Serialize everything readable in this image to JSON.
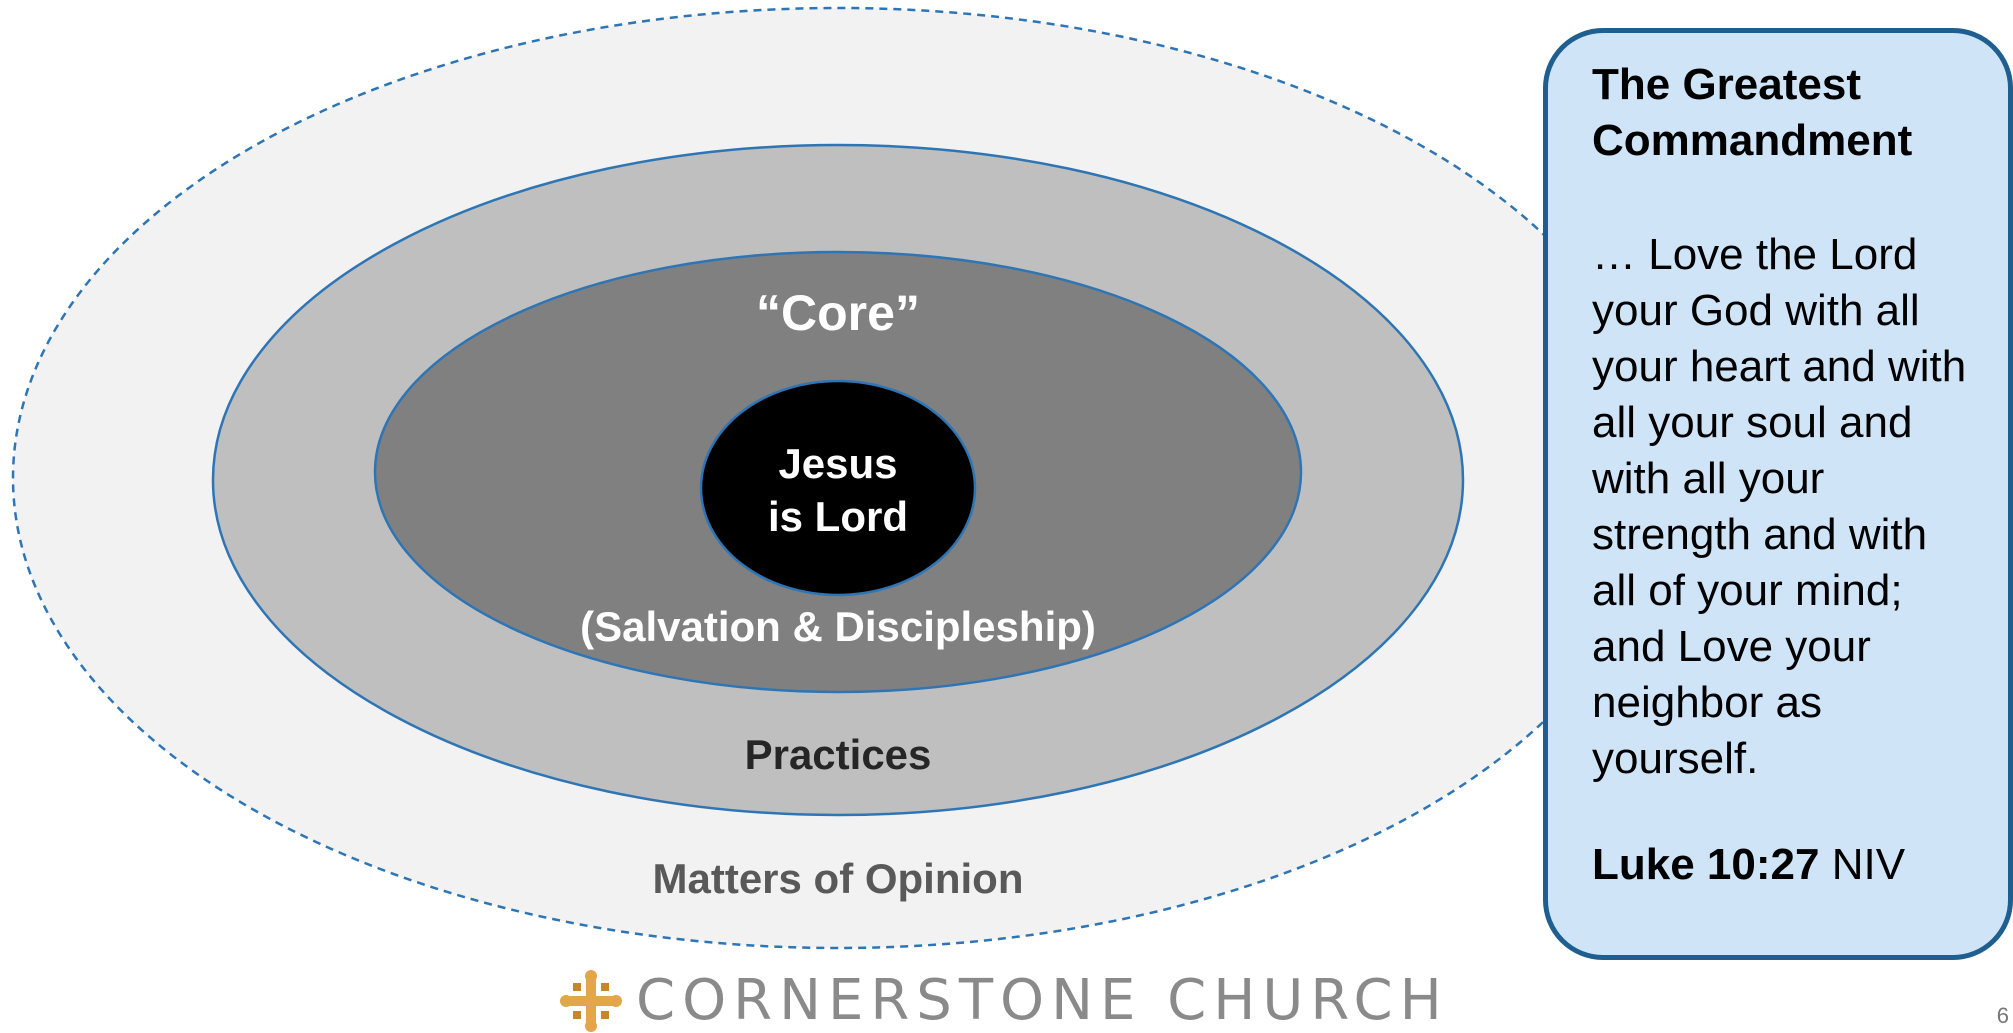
{
  "diagram": {
    "rings": [
      {
        "label": "Matters of Opinion",
        "fill": "#f2f2f2",
        "border": "dashed"
      },
      {
        "label": "Practices",
        "fill": "#bfbfbf",
        "border": "solid"
      },
      {
        "label": "“Core”",
        "sublabel": "(Salvation & Discipleship)",
        "fill": "#808080",
        "border": "solid"
      },
      {
        "label_line1": "Jesus",
        "label_line2": "is Lord",
        "fill": "#000000",
        "border": "solid"
      }
    ],
    "outline_color": "#2e75b6"
  },
  "callout": {
    "title_line1": "The Greatest",
    "title_line2": "Commandment",
    "body": "… Love the Lord your God with all your heart and with all your soul and with all your strength and with all of your mind; and Love your neighbor as yourself.",
    "reference_bold": "Luke 10:27",
    "reference_version": "NIV",
    "fill": "#cfe4f7",
    "border_color": "#1f5f8f"
  },
  "logo": {
    "text": "CORNERSTONE CHURCH",
    "icon": "cross-icon",
    "icon_color": "#e3a64a"
  },
  "page_number": "6"
}
